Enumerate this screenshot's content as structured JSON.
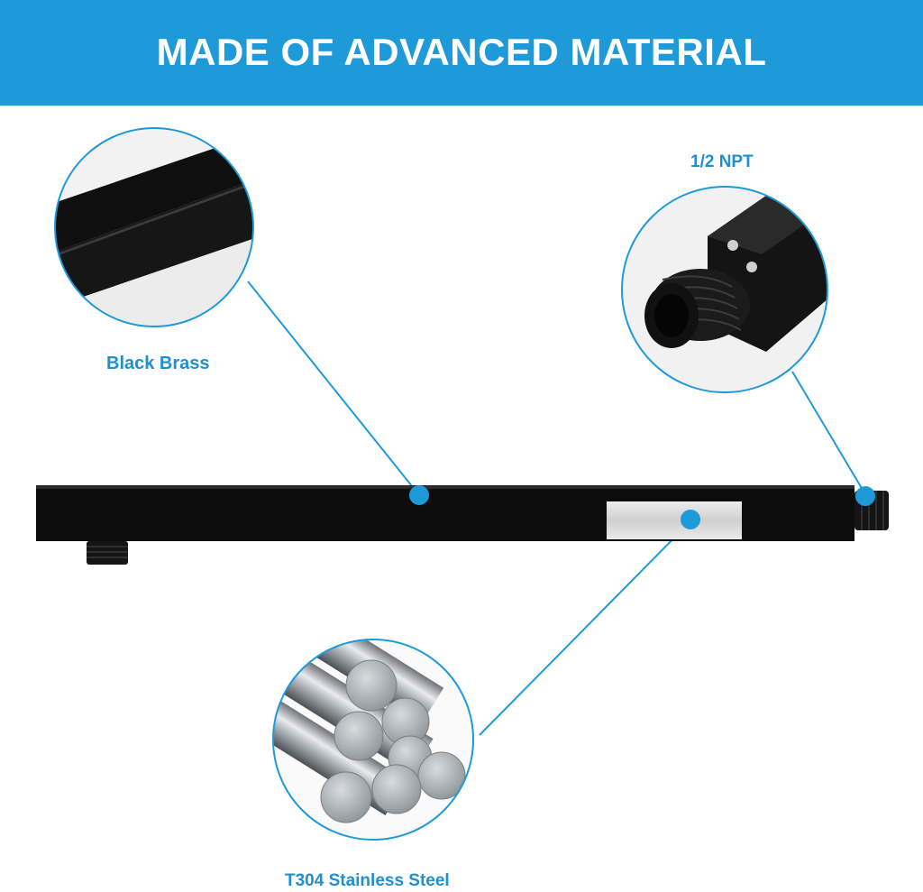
{
  "banner": {
    "title": "MADE OF ADVANCED MATERIAL"
  },
  "callouts": {
    "black_brass": "Black Brass",
    "npt": "1/2 NPT",
    "stainless": "T304 Stainless Steel"
  },
  "colors": {
    "accent": "#1f9ad9",
    "label": "#1f8fd0",
    "product": "#0d0d0d"
  }
}
